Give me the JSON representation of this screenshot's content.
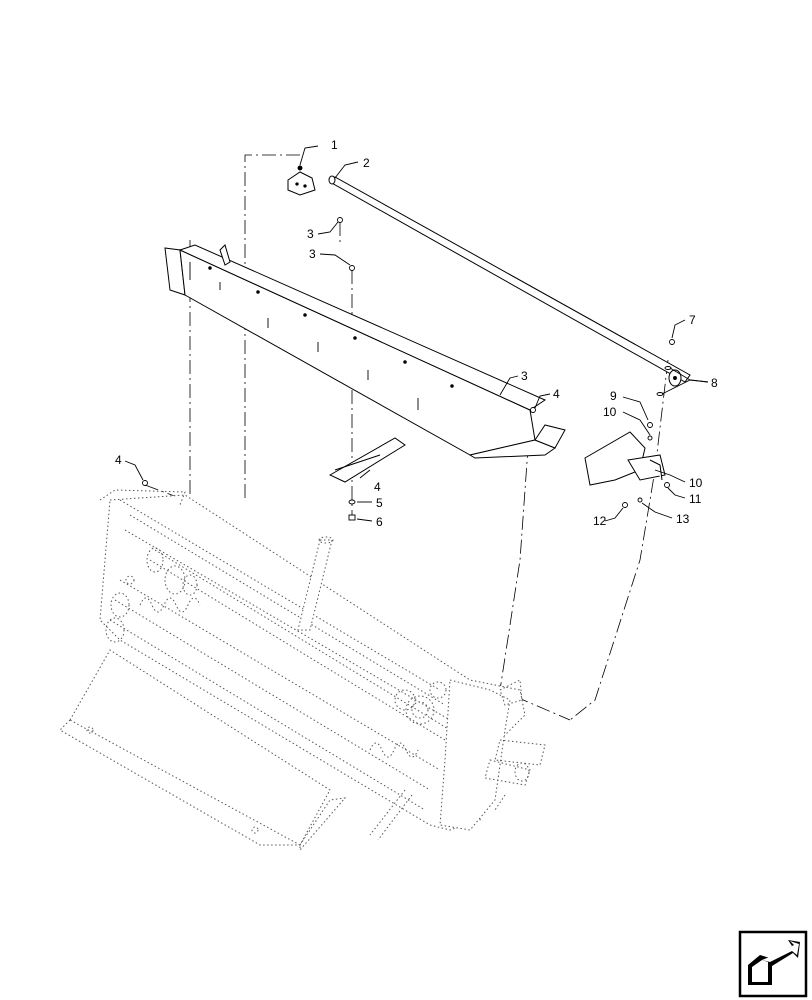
{
  "diagram": {
    "callouts": [
      "1",
      "2",
      "3",
      "3",
      "3",
      "4",
      "4",
      "4",
      "5",
      "6",
      "7",
      "8",
      "9",
      "10",
      "10",
      "11",
      "12",
      "13"
    ]
  },
  "icons": {
    "nav": "next-page-arrow-icon"
  }
}
